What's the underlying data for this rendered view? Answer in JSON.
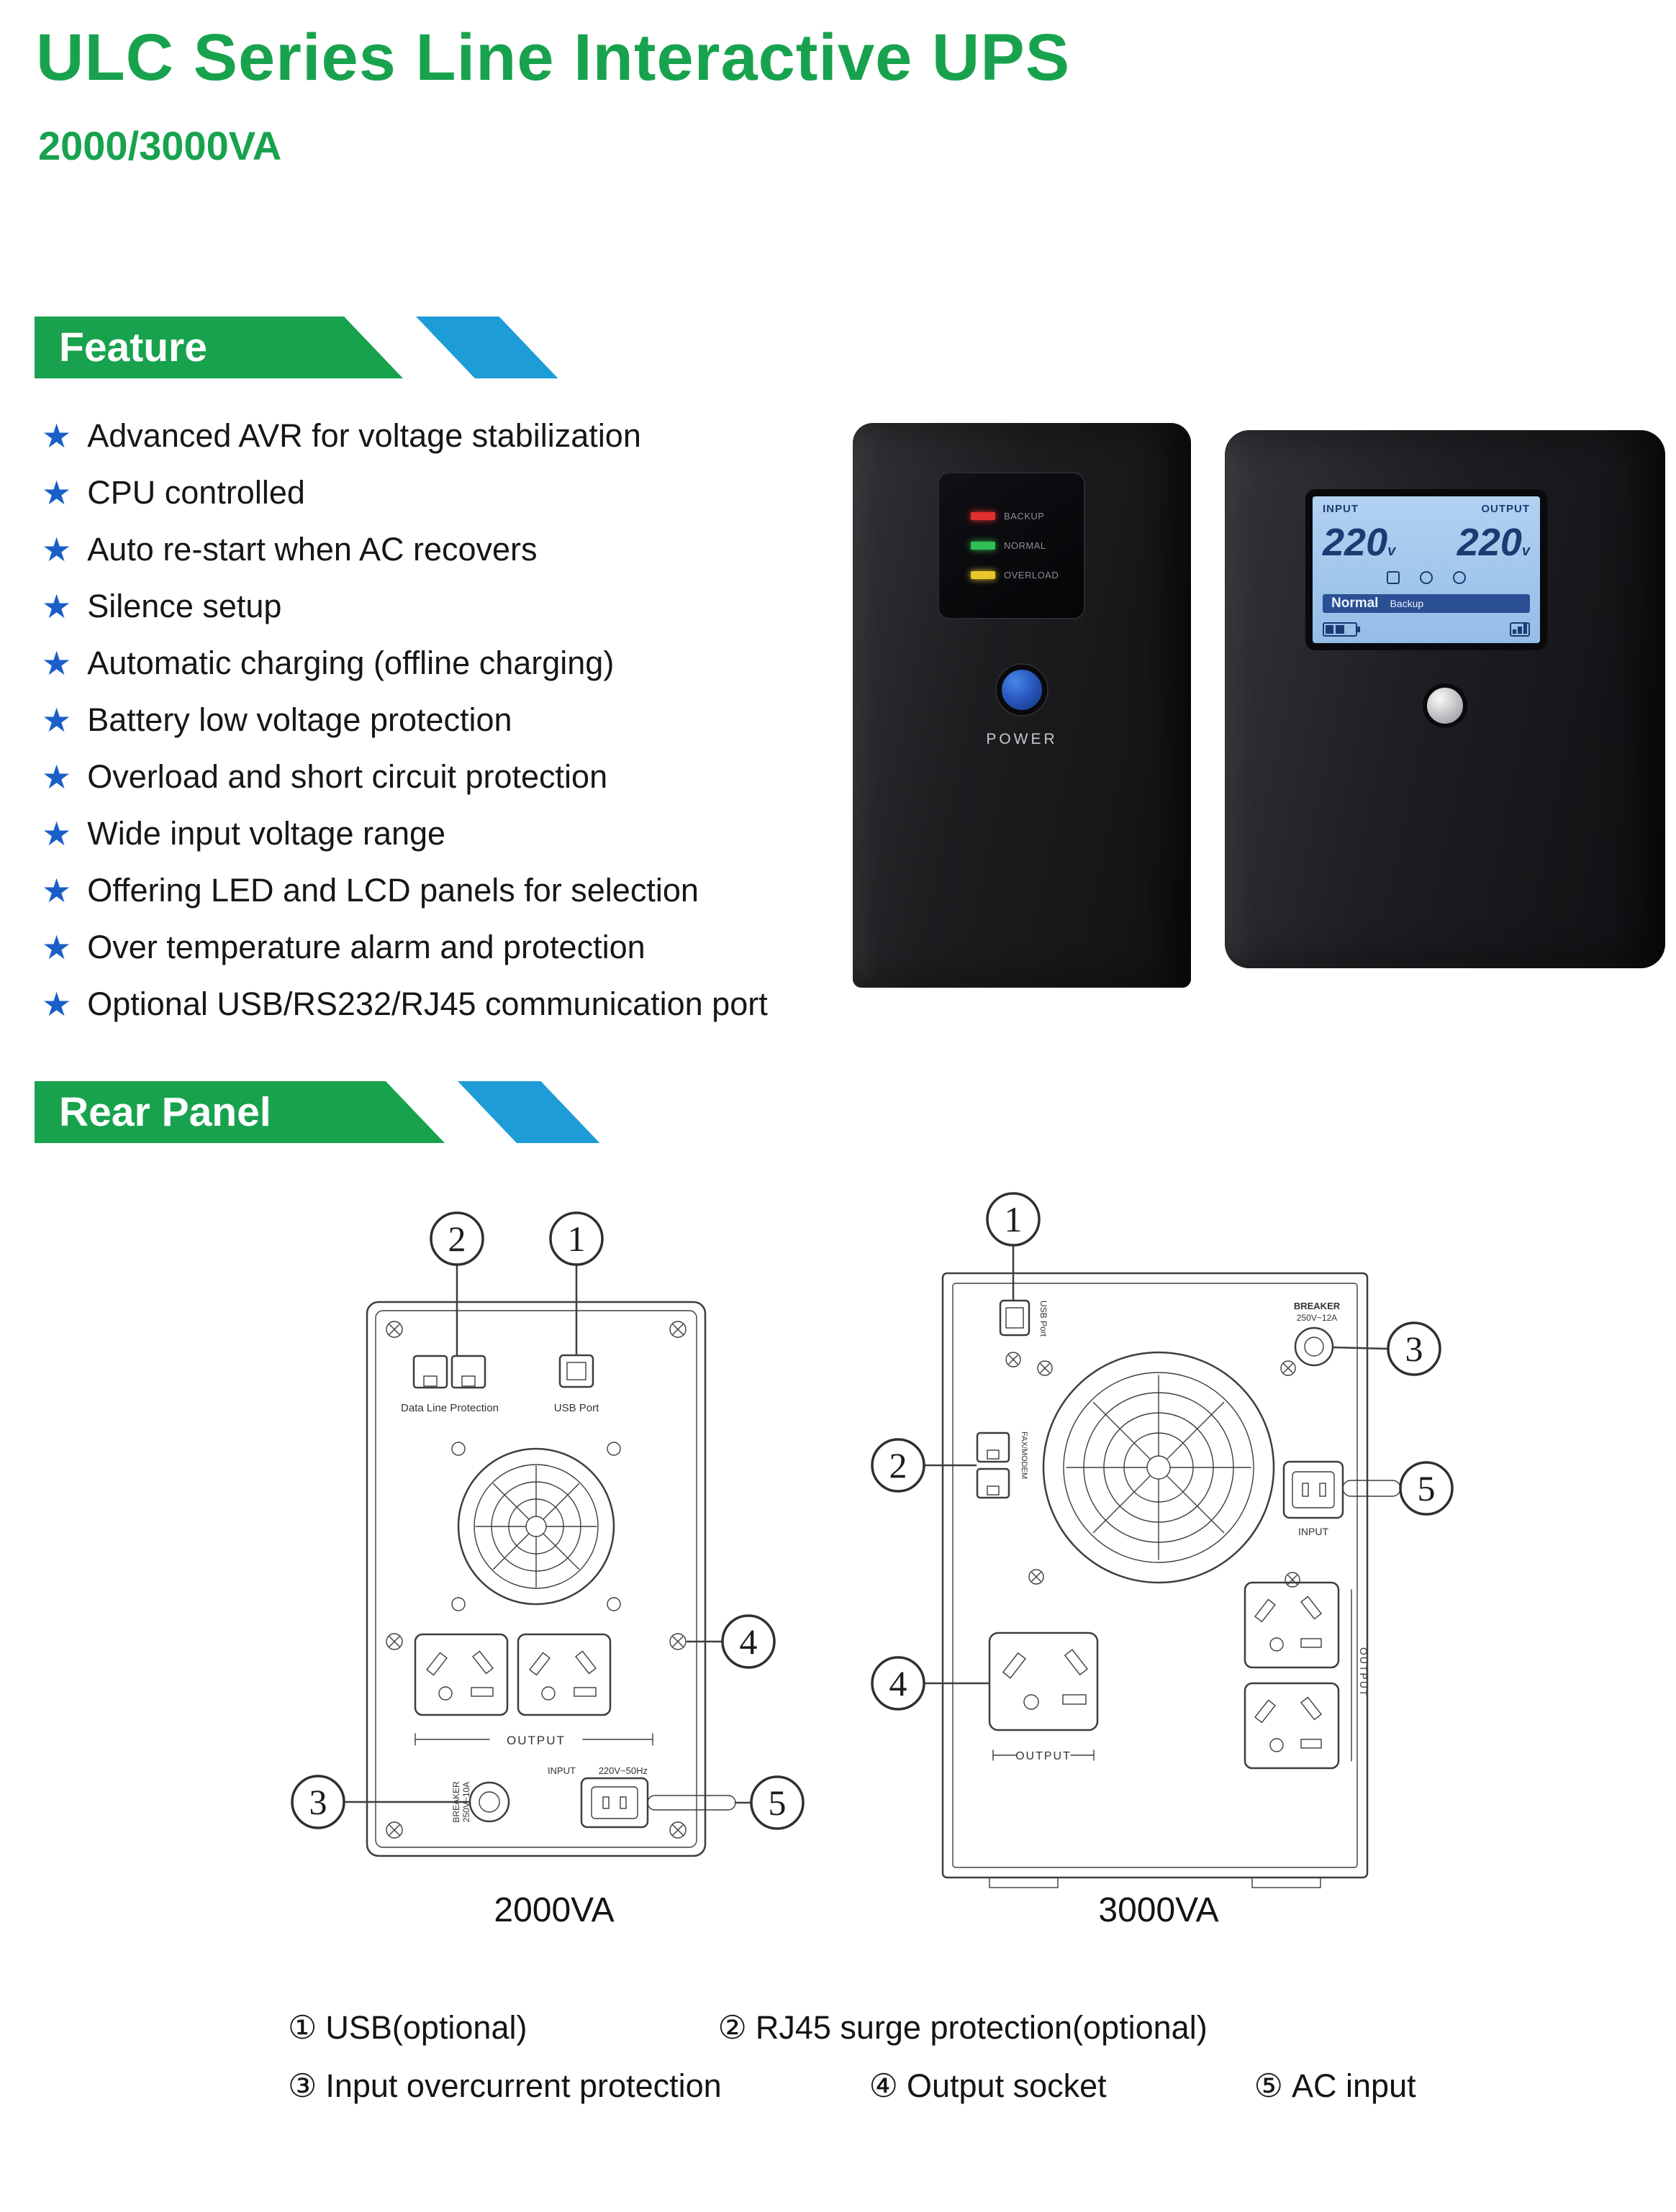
{
  "colors": {
    "green": "#18A24E",
    "blue_slash": "#1E9CD7",
    "star_blue": "#1A5FC8",
    "lcd_blue": "#9FC4EA"
  },
  "header": {
    "title": "ULC Series Line Interactive UPS",
    "subtitle": "2000/3000VA"
  },
  "feature": {
    "heading": "Feature",
    "star": "★",
    "items": [
      "Advanced AVR for voltage stabilization",
      "CPU controlled",
      "Auto re-start when AC recovers",
      "Silence setup",
      "Automatic charging (offline charging)",
      "Battery low voltage protection",
      "Overload and short circuit protection",
      "Wide input voltage range",
      "Offering LED and LCD panels for selection",
      "Over temperature alarm and protection",
      "Optional USB/RS232/RJ45 communication port"
    ]
  },
  "product": {
    "led_model": {
      "leds": [
        "BACKUP",
        "NORMAL",
        "OVERLOAD"
      ],
      "power_label": "POWER"
    },
    "lcd_model": {
      "input_label": "INPUT",
      "output_label": "OUTPUT",
      "input_value": "220",
      "output_value": "220",
      "unit": "v",
      "status": "Normal",
      "backup_label": "Backup"
    }
  },
  "rear_panel": {
    "heading": "Rear Panel",
    "d2000": {
      "model": "2000VA",
      "c1": "1",
      "c2": "2",
      "c3": "3",
      "c4": "4",
      "c5": "5",
      "labels": {
        "data_line": "Data Line Protection",
        "usb": "USB Port",
        "output": "OUTPUT",
        "breaker1": "BREAKER",
        "breaker2": "250V~10A",
        "input1": "INPUT",
        "input2": "220V~50Hz"
      }
    },
    "d3000": {
      "model": "3000VA",
      "c1": "1",
      "c2": "2",
      "c3": "3",
      "c4": "4",
      "c5": "5",
      "labels": {
        "usb": "USB Port",
        "breaker1": "BREAKER",
        "breaker2": "250V~12A",
        "fax": "FAX/MODEM",
        "input": "INPUT",
        "output": "OUTPUT",
        "output_side": "OUTPUT"
      }
    },
    "legend1": [
      {
        "num": "①",
        "text": "USB(optional)"
      },
      {
        "num": "②",
        "text": "RJ45 surge protection(optional)"
      }
    ],
    "legend2": [
      {
        "num": "③",
        "text": "Input overcurrent protection"
      },
      {
        "num": "④",
        "text": "Output socket"
      },
      {
        "num": "⑤",
        "text": "AC input"
      }
    ]
  }
}
